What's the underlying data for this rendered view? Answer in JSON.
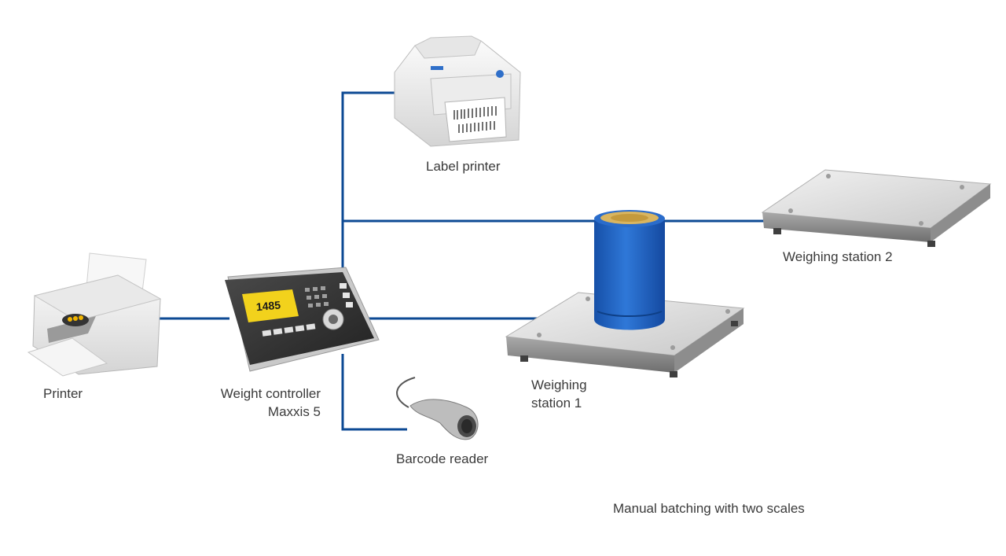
{
  "diagram": {
    "caption": "Manual batching with two scales",
    "devices": {
      "label_printer": {
        "label": "Label printer",
        "icon": "label-printer-icon"
      },
      "printer": {
        "label": "Printer",
        "icon": "inkjet-printer-icon"
      },
      "controller": {
        "label_line1": "Weight controller",
        "label_line2": "Maxxis 5",
        "icon": "weight-controller-icon",
        "display_value": "1485"
      },
      "barcode_reader": {
        "label": "Barcode reader",
        "icon": "barcode-scanner-icon"
      },
      "station1": {
        "label_line1": "Weighing",
        "label_line2": "station 1",
        "icon": "platform-scale-icon"
      },
      "station2": {
        "label": "Weighing station 2",
        "icon": "platform-scale-icon"
      }
    },
    "colors": {
      "connector": "#0d4a94",
      "drum": "#1e66c8",
      "display": "#f2d21c"
    }
  }
}
